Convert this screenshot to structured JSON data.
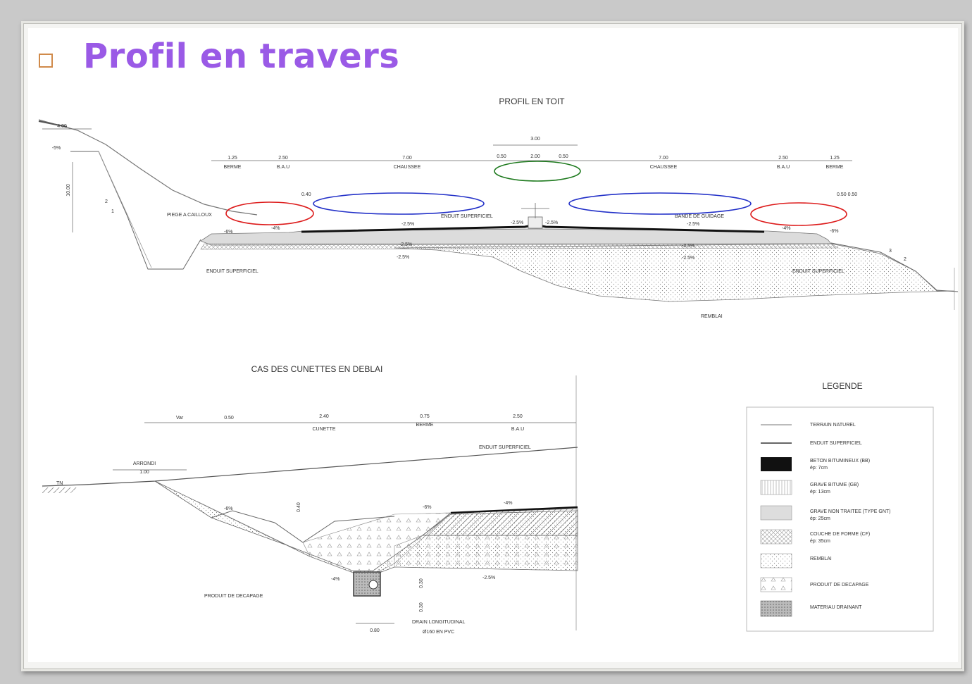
{
  "slide": {
    "title": "Profil en travers"
  },
  "top_drawing": {
    "heading": "PROFIL EN TOIT",
    "labels": {
      "berme_left_value": "1.25",
      "berme_left": "BERME",
      "bau_left_value": "2.50",
      "bau_left": "B.A.U",
      "chaussee_left_value": "7.00",
      "chaussee_left": "CHAUSSEE",
      "tpc_total": "3.00",
      "tpc_left": "0.50",
      "tpc_mid": "2.00",
      "tpc_right": "0.50",
      "chaussee_right_value": "7.00",
      "chaussee_right": "CHAUSSEE",
      "bau_right_value": "2.50",
      "bau_right": "B.A.U",
      "berme_right_value": "1.25",
      "berme_right": "BERME",
      "ditch_top": "4.00",
      "ditch_slope": "-5%",
      "ditch_height": "10.00",
      "slope_num": "2",
      "slope_den": "1",
      "piege": "PIEGE A CAILLOUX",
      "offset_040": "0.40",
      "offset_right": "0.50 0.50",
      "enduit_center": "ENDUIT SUPERFICIEL",
      "bande_guidage": "BANDE DE GUIDAGE",
      "pct_neg6_left": "-6%",
      "pct_neg4_left": "-4%",
      "pct_25_left": "-2.5%",
      "pct_25_c1": "-2.5%",
      "pct_25_c2": "-2.5%",
      "pct_25_right": "-2.5%",
      "pct_neg4_right": "-4%",
      "pct_neg6_right": "-6%",
      "pct_sub1_left": "-2.5%",
      "pct_sub2_left": "-2.5%",
      "pct_sub1_right": "-2.5%",
      "pct_sub2_right": "-2.5%",
      "enduit_left": "ENDUIT SUPERFICIEL",
      "enduit_right": "ENDUIT SUPERFICIEL",
      "remblai": "REMBLAI",
      "slope_right_num": "3",
      "slope_right_den": "2"
    }
  },
  "bottom_drawing": {
    "heading": "CAS DES CUNETTES EN  DEBLAI",
    "labels": {
      "var": "Var",
      "v050": "0.50",
      "v240": "2.40",
      "cunette": "CUNETTE",
      "v075": "0.75",
      "berme": "BERME",
      "v250": "2.50",
      "bau": "B.A.U",
      "enduit": "ENDUIT SUPERFICIEL",
      "arrondi": "ARRONDI",
      "arrondi_val": "1.00",
      "tn": "TN",
      "pct_neg6_a": "-6%",
      "pct_neg6_b": "-6%",
      "pct_neg4_top": "-4%",
      "pct_neg4_bot": "-4%",
      "pct_25": "-2.5%",
      "v040": "0.40",
      "v030": "0.30",
      "v020": "0.30",
      "v080": "0.80",
      "decapage": "PRODUIT DE DECAPAGE",
      "drain": "DRAIN LONGITUDINAL",
      "drain2": "Ø160 EN PVC"
    }
  },
  "legend": {
    "heading": "LEGENDE",
    "items": [
      {
        "label": "TERRAIN NATUREL",
        "sub": ""
      },
      {
        "label": "ENDUIT SUPERFICIEL",
        "sub": ""
      },
      {
        "label": "BETON BITUMINEUX (BB)",
        "sub": "ép: 7cm"
      },
      {
        "label": "GRAVE BITUME (GB)",
        "sub": "ép: 13cm"
      },
      {
        "label": "GRAVE NON TRAITEE (TYPE GNT)",
        "sub": "ép: 25cm"
      },
      {
        "label": "COUCHE DE FORME (CF)",
        "sub": "ép: 35cm"
      },
      {
        "label": "REMBLAI",
        "sub": ""
      },
      {
        "label": "PRODUIT DE DECAPAGE",
        "sub": ""
      },
      {
        "label": "MATERIAU DRAINANT",
        "sub": ""
      }
    ]
  },
  "colors": {
    "title": "#9a5ae6",
    "bullet": "#d08a4a",
    "highlight_red": "#dd1c1c",
    "highlight_blue": "#2230c8",
    "highlight_green": "#1e7a1e"
  }
}
